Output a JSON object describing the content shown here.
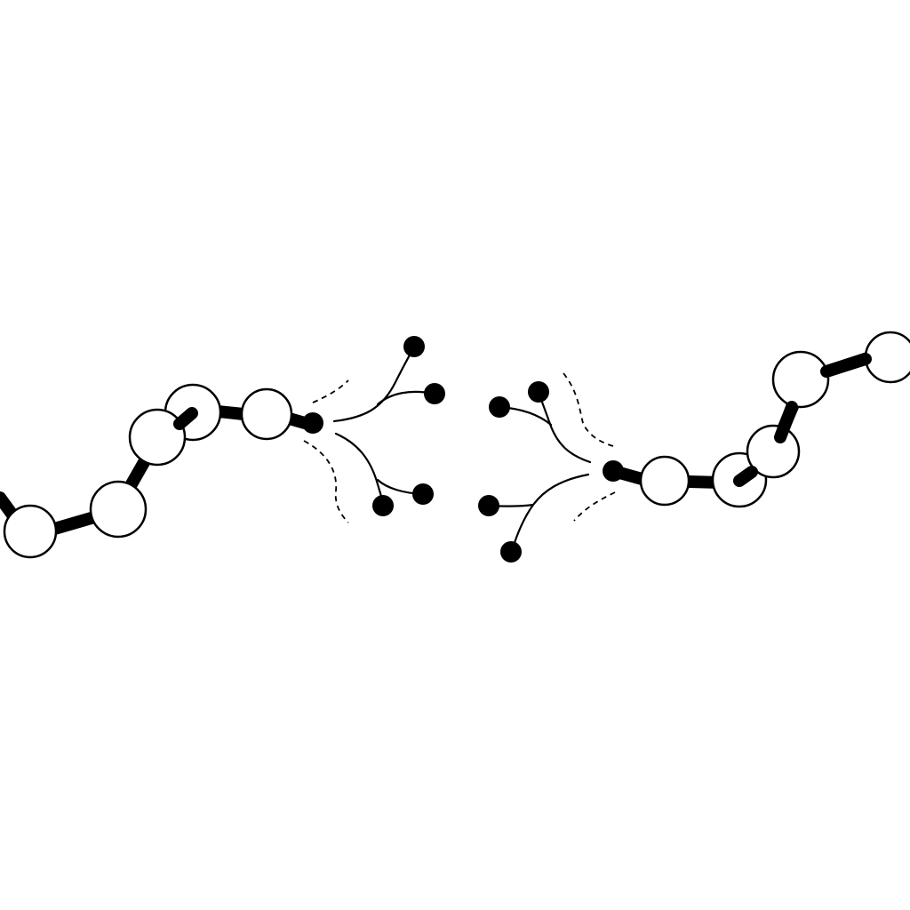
{
  "diagram": {
    "description_visible_text": "",
    "colors": {
      "background": "#ffffff",
      "ink": "#000000",
      "bead_fill": "#ffffff"
    },
    "left_chain": {
      "bead_count": 7,
      "frayed_strand_count": 3,
      "icon": "broken-chain-left-half"
    },
    "right_chain": {
      "bead_count": 6,
      "frayed_strand_count": 3,
      "icon": "broken-chain-right-half"
    }
  }
}
